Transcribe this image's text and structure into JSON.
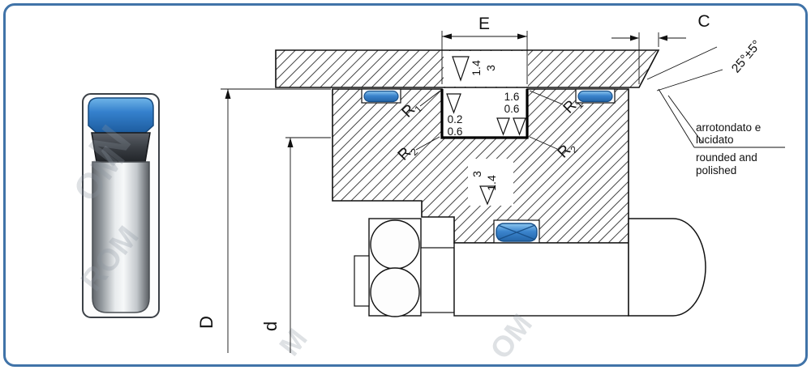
{
  "frame": {
    "border_color": "#4073a8",
    "background": "#ffffff"
  },
  "colors": {
    "seal_blue": "#3b84cd",
    "line": "#111111",
    "hatch": "#2e2e2e"
  },
  "drawing": {
    "dimension_labels": {
      "groove_width": "E",
      "chamfer_width": "C",
      "chamfer_angle": "25°±5°",
      "outer_diameter": "D",
      "inner_diameter": "d"
    },
    "radius_labels": {
      "symbol": "R",
      "r1_subscript": "1",
      "r2_subscript": "2"
    },
    "surface_finish": {
      "bore": {
        "value1": "1.4",
        "value2": "3"
      },
      "groove_left_wall": {
        "value1": "0.2",
        "value2": "0.6"
      },
      "groove_right_wall": {
        "value1": "1.6",
        "value2": "0.6"
      },
      "groove_bottom": {
        "value1": "3",
        "value2": "1.4"
      }
    },
    "edge_note": {
      "italian_line1": "arrotondato e",
      "italian_line2": "lucidato",
      "english_line1": "rounded and",
      "english_line2": "polished"
    }
  },
  "watermark": {
    "color": "#8b95a0",
    "fragments": [
      "N",
      "OM",
      "ROM",
      "M",
      "OM"
    ]
  }
}
